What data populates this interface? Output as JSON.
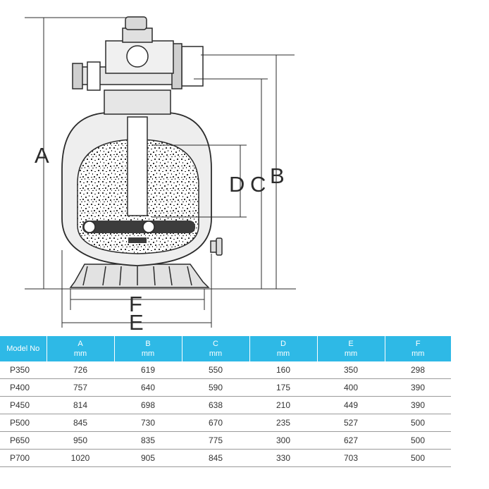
{
  "dimension_labels": {
    "A": "A",
    "B": "B",
    "C": "C",
    "D": "D",
    "E": "E",
    "F": "F"
  },
  "table": {
    "headers": [
      {
        "label": "Model No",
        "unit": ""
      },
      {
        "label": "A",
        "unit": "mm"
      },
      {
        "label": "B",
        "unit": "mm"
      },
      {
        "label": "C",
        "unit": "mm"
      },
      {
        "label": "D",
        "unit": "mm"
      },
      {
        "label": "E",
        "unit": "mm"
      },
      {
        "label": "F",
        "unit": "mm"
      }
    ],
    "rows": [
      [
        "P350",
        "726",
        "619",
        "550",
        "160",
        "350",
        "298"
      ],
      [
        "P400",
        "757",
        "640",
        "590",
        "175",
        "400",
        "390"
      ],
      [
        "P450",
        "814",
        "698",
        "638",
        "210",
        "449",
        "390"
      ],
      [
        "P500",
        "845",
        "730",
        "670",
        "235",
        "527",
        "500"
      ],
      [
        "P650",
        "950",
        "835",
        "775",
        "300",
        "627",
        "500"
      ],
      [
        "P700",
        "1020",
        "905",
        "845",
        "330",
        "703",
        "500"
      ]
    ]
  },
  "colors": {
    "header_bg": "#2eb9e6",
    "header_text": "#ffffff",
    "line": "#2b2b2b",
    "body_fill": "#eeeeee"
  }
}
